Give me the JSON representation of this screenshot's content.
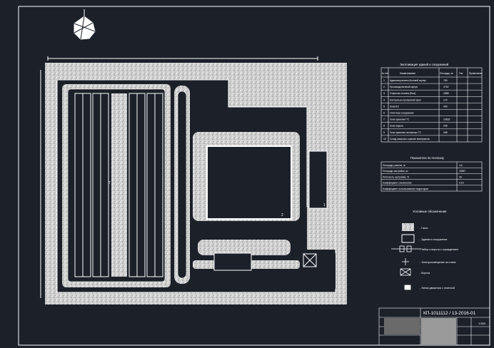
{
  "colors": {
    "background": "#1b2029",
    "line": "#ffffff",
    "fill_light": "#e8e8e8",
    "fill_dark": "#000000"
  },
  "explication": {
    "title": "Экспликация зданий и сооружений",
    "headers": [
      "№ п/п",
      "Наименование",
      "Площадь, м²",
      "Тип",
      "Примечание"
    ],
    "rows": [
      {
        "num": "1",
        "name": "Административно-бытовой корпус",
        "area": "780"
      },
      {
        "num": "2",
        "name": "Производственный корпус",
        "area": "4752"
      },
      {
        "num": "3",
        "name": "Открытая стоянка (бокс)",
        "area": "1858"
      },
      {
        "num": "4",
        "name": "Контрольно-пропускной пункт",
        "area": "170"
      },
      {
        "num": "5",
        "name": "Зона ЕО",
        "area": "450"
      },
      {
        "num": "6",
        "name": "Очистные сооружения",
        "area": ""
      },
      {
        "num": "7",
        "name": "Зона хранения ТС",
        "area": "13632"
      },
      {
        "num": "8",
        "name": "Зона отдыха",
        "area": "208"
      },
      {
        "num": "9",
        "name": "Зона хранения списанных ТС",
        "area": "268"
      },
      {
        "num": "10",
        "name": "Склад смазочно-горючих материалов",
        "area": ""
      }
    ]
  },
  "indicators": {
    "title": "Показатели по генплану",
    "rows": [
      {
        "label": "Площадь участка, га",
        "value": "4,6"
      },
      {
        "label": "Площадь застройки, м²",
        "value": "22867"
      },
      {
        "label": "Плотность застройки, %",
        "value": "49"
      },
      {
        "label": "Коэффициент озеленения",
        "value": "0,15"
      },
      {
        "label": "Коэффициент использования территории",
        "value": ""
      }
    ]
  },
  "legend": {
    "title": "Условные обозначения",
    "items": [
      {
        "label": "- Газон"
      },
      {
        "label": "- Здания и сооружения"
      },
      {
        "label": "- Забор и ворота с ограждением"
      },
      {
        "label": "- Электроосвещение на плане"
      },
      {
        "label": "- Ворота"
      },
      {
        "label": "- Линия движения с отметкой"
      }
    ]
  },
  "title_block": {
    "code": "КП-1011112 / 13-2016-01",
    "scale": "1:500"
  },
  "plan_labels": {
    "storage_zone": "7",
    "production_building": "2",
    "maintenance_zone": "1"
  }
}
